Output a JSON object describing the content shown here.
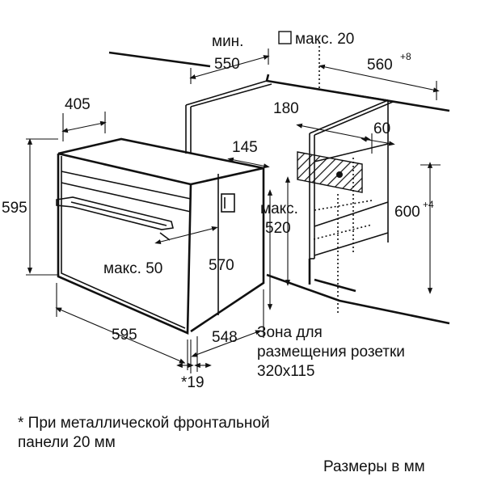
{
  "dimensions": {
    "min": "мин.",
    "d550": "550",
    "max_label": "макс. 20",
    "d560": "560",
    "d560_tol": "+8",
    "d405": "405",
    "d180": "180",
    "d60": "60",
    "d145": "145",
    "d595_h": "595",
    "d600": "600",
    "d600_tol": "+4",
    "max_label2": "макс.",
    "d520": "520",
    "d_max50": "макс. 50",
    "d570": "570",
    "d595_w": "595",
    "d548": "548",
    "star19": "*19"
  },
  "notes": {
    "zone_line1": "Зона для",
    "zone_line2": "размещения розетки",
    "zone_line3": "320x115",
    "footnote_line1": "* При металлической фронтальной",
    "footnote_line2": "панели 20 мм",
    "units": "Размеры в мм"
  }
}
